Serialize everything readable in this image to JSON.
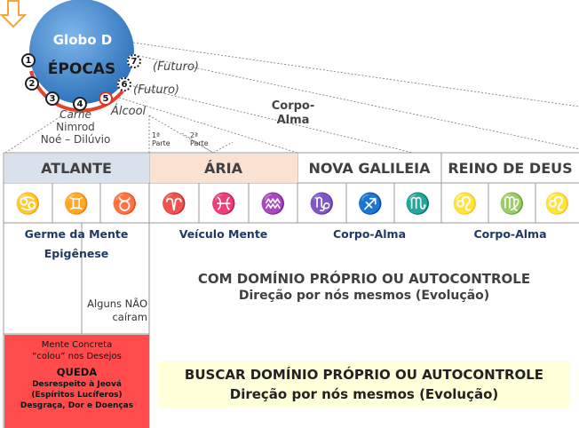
{
  "globe": {
    "title": "Globo D",
    "subtitle": "ÉPOCAS"
  },
  "epoch_numbers": [
    "1",
    "2",
    "3",
    "4",
    "5",
    "6",
    "7"
  ],
  "future_labels": [
    "(Futuro)",
    "(Futuro)"
  ],
  "alcool": "Álcool",
  "corpo_alma_top": [
    "Corpo-",
    "Alma"
  ],
  "left_notes": [
    "Carne",
    "Nimrod",
    "Noé – Dilúvio"
  ],
  "parts": [
    {
      "num": "1ª",
      "word": "Parte"
    },
    {
      "num": "2ª",
      "word": "Parte"
    }
  ],
  "columns": [
    {
      "name": "ATLANTE",
      "bg": "#d9e1ec"
    },
    {
      "name": "ÁRIA",
      "bg": "#fbe1d0"
    },
    {
      "name": "NOVA GALILEIA",
      "bg": "#ffffff"
    },
    {
      "name": "REINO DE DEUS",
      "bg": "#ffffff"
    }
  ],
  "signs": [
    "♋",
    "♊",
    "♉",
    "♈",
    "♓",
    "♒",
    "♑",
    "♐",
    "♏",
    "♌",
    "♍",
    "♌"
  ],
  "row_labels": [
    "Germe da Mente",
    "Veículo Mente",
    "Corpo-Alma",
    "Corpo-Alma"
  ],
  "epigenese": "Epigênese",
  "autocontrole": {
    "line1": "COM DOMÍNIO PRÓPRIO OU AUTOCONTROLE",
    "line2": "Direção por nós mesmos (Evolução)"
  },
  "alguns": [
    "Alguns NÃO",
    "caíram"
  ],
  "red_box": {
    "lines_top": [
      "Mente Concreta",
      "“colou” nos Desejos"
    ],
    "title": "QUEDA",
    "lines_bottom": [
      "Desrespeito à Jeová",
      "(Espíritos Lucíferos)",
      "Desgraça, Dor e Doenças"
    ],
    "bg": "#ff4b4b"
  },
  "buscar": {
    "line1": "BUSCAR DOMÍNIO PRÓPRIO OU AUTOCONTROLE",
    "line2": "Direção por nós mesmos (Evolução)",
    "bg": "#ffffd9"
  },
  "colors": {
    "globe": "#3f8fd8",
    "arc": "#e8412a",
    "arrow": "#f7a23a"
  }
}
